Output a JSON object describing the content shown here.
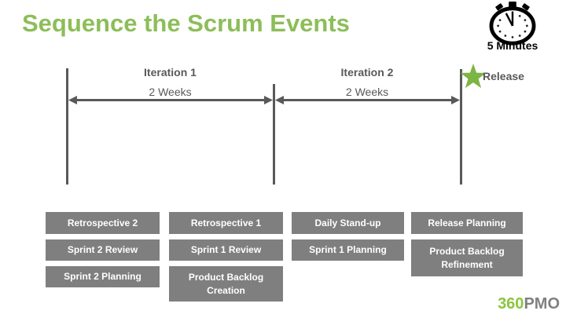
{
  "slide_title": "Sequence the Scrum Events",
  "timer": {
    "icon": "stopwatch-icon",
    "label": "5 Minutes"
  },
  "timeline": {
    "segments": [
      {
        "name": "Iteration 1",
        "duration": "2 Weeks"
      },
      {
        "name": "Iteration 2",
        "duration": "2 Weeks"
      }
    ],
    "release": {
      "icon": "star-icon",
      "label": "Release"
    }
  },
  "event_cards": {
    "columns": [
      {
        "items": [
          "Retrospective 2",
          "Sprint 2 Review",
          "Sprint 2 Planning"
        ]
      },
      {
        "items": [
          "Retrospective 1",
          "Sprint 1 Review",
          "Product Backlog Creation"
        ]
      },
      {
        "items": [
          "Daily Stand-up",
          "Sprint 1 Planning"
        ]
      },
      {
        "items": [
          "Release Planning",
          "Product Backlog Refinement"
        ]
      }
    ]
  },
  "logo": {
    "green_part": "360",
    "gray_part": "PMO"
  },
  "colors": {
    "title_green": "#8CBE58",
    "star_green": "#7CB544",
    "logo_green": "#8BC53F",
    "logo_gray": "#808080",
    "card_gray": "#7F7F7F",
    "card_text": "#FFFFFF",
    "line_gray": "#595959",
    "label_gray": "#595959",
    "timer_black": "#000000",
    "background": "#FFFFFF"
  }
}
